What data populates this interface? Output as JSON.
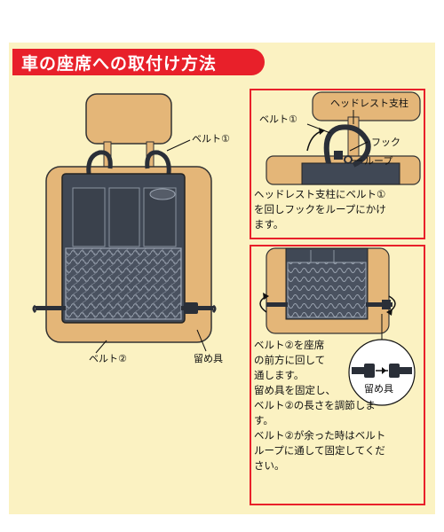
{
  "title": "車の座席への取付け方法",
  "main_diagram": {
    "belt1_label": "ベルト①",
    "belt2_label": "ベルト②",
    "buckle_label": "留め具"
  },
  "step1": {
    "headrest_post_label": "ヘッドレスト支柱",
    "belt1_label": "ベルト①",
    "hook_label": "フック",
    "loop_label": "ループ",
    "text_lines": [
      "ヘッドレスト支柱にベルト①",
      "を回しフックをループにかけ",
      "ます。"
    ]
  },
  "step2": {
    "buckle_label": "留め具",
    "text_lines": [
      "ベルト②を座席",
      "の前方に回して",
      "通します。",
      "留め具を固定し、",
      "ベルト②の長さを調節しま",
      "す。",
      "ベルト②が余った時はベルト",
      "ループに通して固定してくだ",
      "さい。"
    ]
  },
  "colors": {
    "accent_red": "#e8202a",
    "cream_background": "#fbf2c2",
    "seat_tan": "#e4b678",
    "organizer_dark": "#404855"
  }
}
